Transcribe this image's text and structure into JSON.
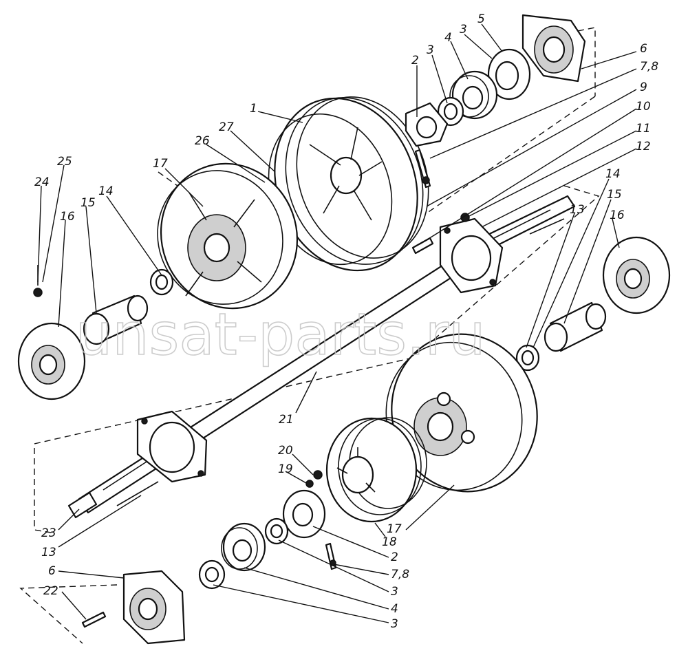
{
  "watermark": "unsat-parts.ru",
  "callouts": [
    "1",
    "2",
    "3",
    "4",
    "3",
    "5",
    "6",
    "7,8",
    "9",
    "10",
    "11",
    "12",
    "13",
    "14",
    "15",
    "16",
    "17",
    "26",
    "27",
    "25",
    "24",
    "16",
    "15",
    "14",
    "21",
    "20",
    "19",
    "18",
    "17",
    "2",
    "7,8",
    "3",
    "4",
    "3",
    "6",
    "22",
    "23",
    "13"
  ],
  "colors": {
    "ink": "#111111",
    "paper": "#ffffff",
    "watermark": "#c4c4c4"
  }
}
